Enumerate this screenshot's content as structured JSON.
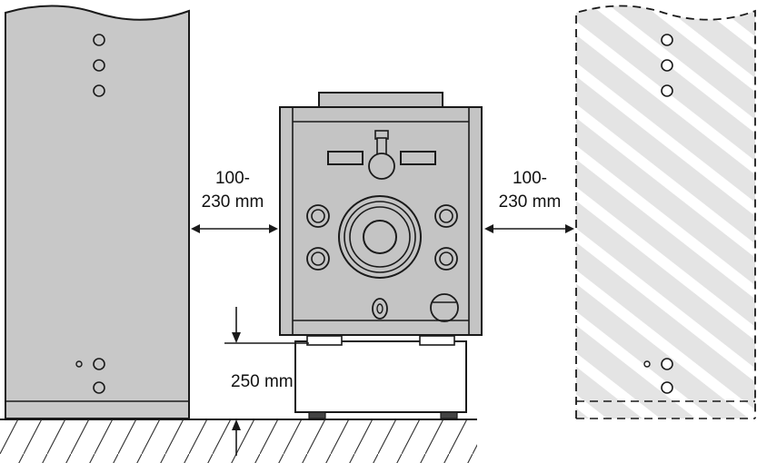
{
  "colors": {
    "cylinder_fill": "#c8c8c8",
    "boiler_fill": "#c4c4c4",
    "hatch_panel_fill": "#e4e4e4",
    "hatch_stripe": "#ffffff",
    "stroke": "#1a1a1a"
  },
  "dimensions": {
    "left_gap_line1": "100-",
    "left_gap_line2": "230 mm",
    "right_gap_line1": "100-",
    "right_gap_line2": "230 mm",
    "stand_height": "250 mm"
  }
}
